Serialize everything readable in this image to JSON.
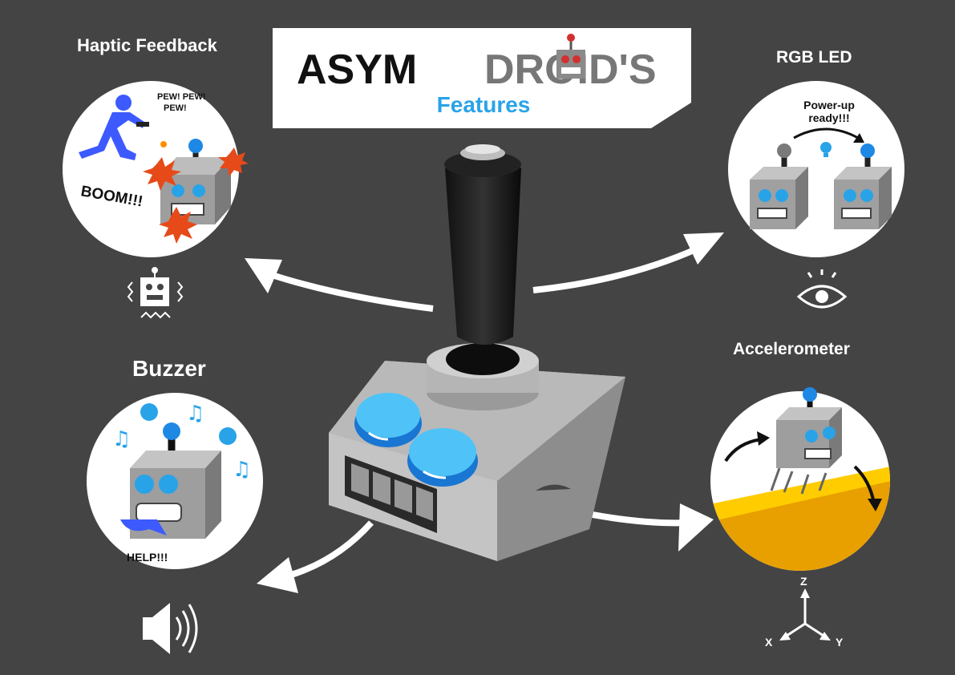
{
  "header": {
    "brand_part1": "ASYM",
    "brand_part2": "DROID'S",
    "subtitle": "Features"
  },
  "features": {
    "haptic": {
      "title": "Haptic Feedback",
      "pew": "PEW! PEW!",
      "pew2": "PEW!",
      "boom": "BOOM!!!"
    },
    "rgb": {
      "title": "RGB LED",
      "caption1": "Power-up",
      "caption2": "ready!!!"
    },
    "buzzer": {
      "title": "Buzzer",
      "help": "HELP!!!"
    },
    "accel": {
      "title": "Accelerometer",
      "axis_z": "Z",
      "axis_x": "X",
      "axis_y": "Y"
    }
  },
  "colors": {
    "background": "#444444",
    "accent_blue": "#29a3e8",
    "led_blue": "#1e90ff",
    "button_blue": "#4fc3f7",
    "robot_grey": "#9e9e9e",
    "slope_yellow": "#ffcc00",
    "slope_orange": "#e8a000"
  },
  "icons": [
    "vibrating-robot-icon",
    "eye-icon",
    "speaker-icon",
    "xyz-axes-icon"
  ]
}
